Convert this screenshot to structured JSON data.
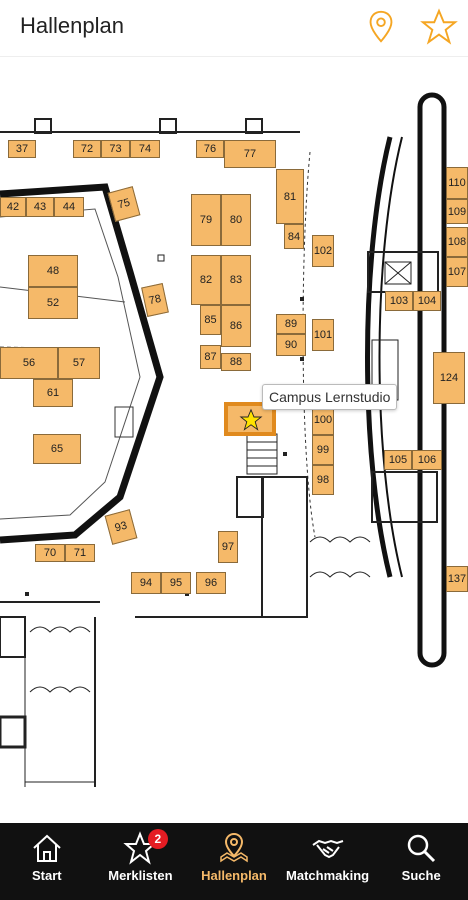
{
  "header": {
    "title": "Hallenplan"
  },
  "tooltip": {
    "label": "Campus Lernstudio"
  },
  "booths": [
    "37",
    "72",
    "73",
    "74",
    "76",
    "77",
    "75",
    "42",
    "43",
    "44",
    "79",
    "80",
    "81",
    "84",
    "102",
    "48",
    "52",
    "78",
    "82",
    "83",
    "85",
    "86",
    "89",
    "90",
    "101",
    "87",
    "88",
    "56",
    "57",
    "61",
    "100",
    "99",
    "98",
    "65",
    "93",
    "97",
    "70",
    "71",
    "94",
    "95",
    "96",
    "110",
    "109",
    "108",
    "107",
    "103",
    "104",
    "124",
    "105",
    "106",
    "137"
  ],
  "nav": {
    "start": "Start",
    "merklisten": "Merklisten",
    "merklisten_badge": "2",
    "hallenplan": "Hallenplan",
    "matchmaking": "Matchmaking",
    "suche": "Suche"
  },
  "colors": {
    "booth": "#f5b969",
    "accent": "#f5a623",
    "nav_bg": "#111111",
    "badge": "#e51c23"
  }
}
